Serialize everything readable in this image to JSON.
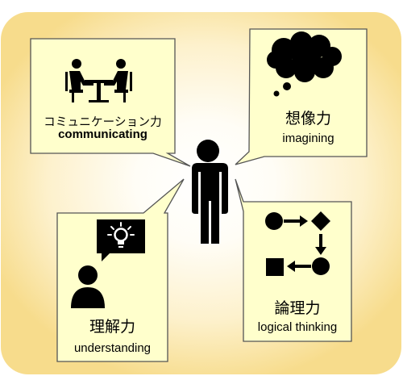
{
  "panels": {
    "communicating": {
      "jp": "コミュニケーション力",
      "en": "communicating"
    },
    "imagining": {
      "jp": "想像力",
      "en": "imagining"
    },
    "understanding": {
      "jp": "理解力",
      "en": "understanding"
    },
    "logical": {
      "jp": "論理力",
      "en": "logical thinking"
    }
  },
  "icons": {
    "communicating": "meeting-table-icon",
    "imagining": "thought-cloud-icon",
    "understanding": "person-idea-icon",
    "logical": "flowchart-icon",
    "center": "person-icon"
  },
  "colors": {
    "panel_fill": "#ffffcc",
    "panel_stroke": "#555555",
    "background_center": "#ffffff",
    "background_edge": "#f7dc8c",
    "icon": "#000000"
  }
}
